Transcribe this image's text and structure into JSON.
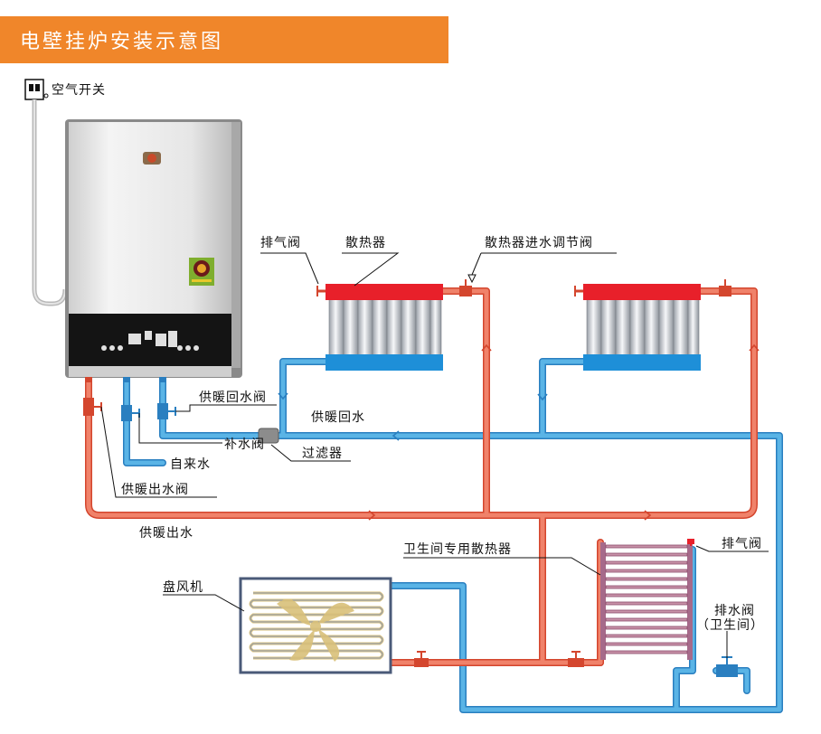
{
  "title": "电壁挂炉安装示意图",
  "labels": {
    "air_switch": "空气开关",
    "vent_valve_top": "排气阀",
    "radiator": "散热器",
    "radiator_inlet_valve": "散热器进水调节阀",
    "heating_return_valve": "供暖回水阀",
    "heating_return": "供暖回水",
    "makeup_valve": "补水阀",
    "filter": "过滤器",
    "tap_water": "自来水",
    "heating_supply_valve": "供暖出水阀",
    "heating_supply": "供暖出水",
    "bathroom_radiator": "卫生间专用散热器",
    "vent_valve_bath": "排气阀",
    "fan_coil": "盘风机",
    "drain_valve": "排水阀",
    "drain_valve_sub": "（卫生间）"
  },
  "colors": {
    "title_bg": "#f0862a",
    "hot_pipe": "#f0826a",
    "hot_pipe_edge": "#d4462e",
    "cold_pipe": "#5ab4e6",
    "cold_pipe_edge": "#2a7fc0",
    "radiator_top": "#e8202a",
    "radiator_bottom": "#1e8fd8",
    "boiler_body": "#d9d9d9",
    "boiler_panel": "#141414",
    "fan_coil_frame": "#4a5a78",
    "coil_fan": "#d9c07a",
    "bath_radiator": "#a66a8a"
  },
  "icons": [
    "switch-icon",
    "logo-icon",
    "fan-icon"
  ]
}
